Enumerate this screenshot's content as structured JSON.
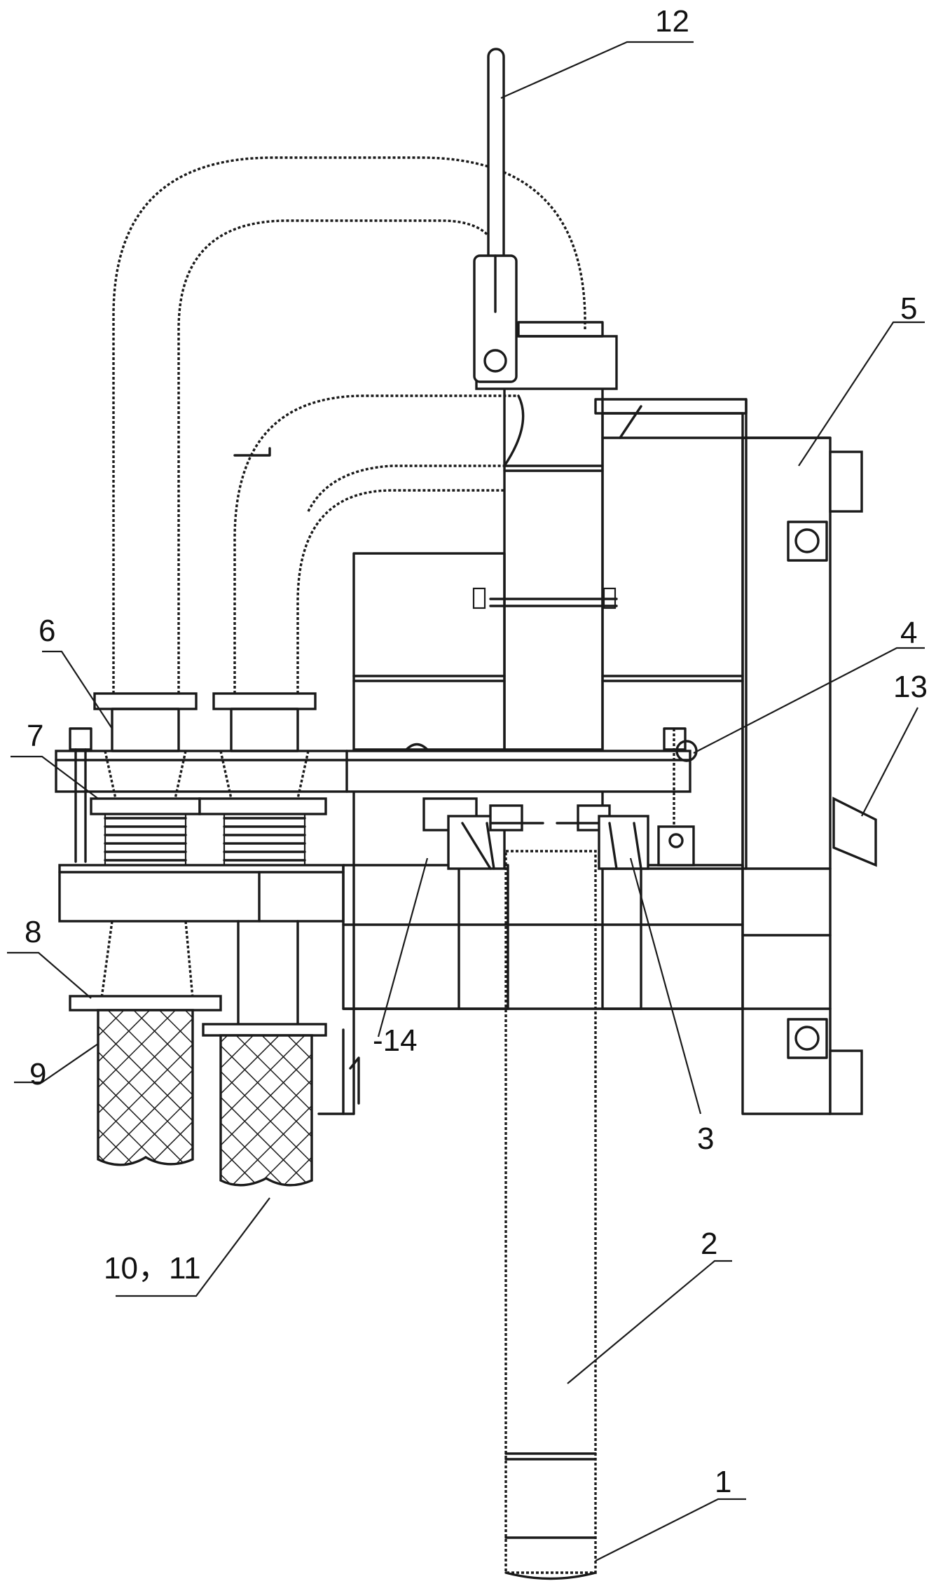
{
  "labels": {
    "l1": "1",
    "l2": "2",
    "l3": "3",
    "l4": "4",
    "l5": "5",
    "l6": "6",
    "l7": "7",
    "l8": "8",
    "l9": "9",
    "l10_11": "10，11",
    "l12": "12",
    "l13": "13",
    "l14": "-14"
  }
}
